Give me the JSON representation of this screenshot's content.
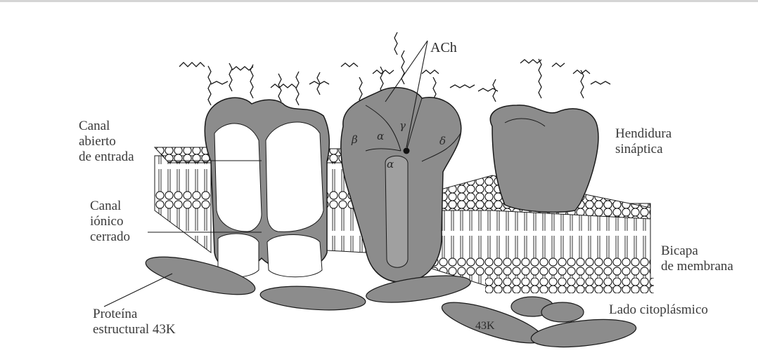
{
  "labels": {
    "ach": "ACh",
    "canal_abierto": [
      "Canal",
      "abierto",
      "de entrada"
    ],
    "canal_ionico": [
      "Canal",
      "iónico",
      "cerrado"
    ],
    "proteina": [
      "Proteína",
      "estructural 43K"
    ],
    "hendidura": [
      "Hendidura",
      "sináptica"
    ],
    "bicapa": [
      "Bicapa",
      "de membrana"
    ],
    "lado": "Lado citoplásmico",
    "k43": "43K"
  },
  "subunits": {
    "alpha": "α",
    "gamma": "γ",
    "beta": "β",
    "delta": "δ"
  },
  "colors": {
    "protein_fill": "#8c8c8c",
    "line": "#1a1a1a",
    "text": "#3a3a3a"
  }
}
